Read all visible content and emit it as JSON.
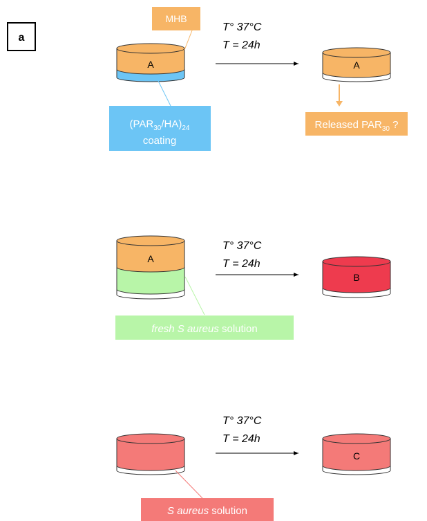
{
  "panel_label": "a",
  "conditions": {
    "temperature": "T° 37°C",
    "time": "T = 24h"
  },
  "row1": {
    "left_disc": "A",
    "right_disc": "A",
    "mhb_label": "MHB",
    "coating_label": {
      "prefix": "(PAR",
      "sub1": "30",
      "middle": "/HA)",
      "sub2": "24",
      "line2": "coating"
    },
    "released_label": {
      "prefix": "Released PAR",
      "sub": "30",
      "suffix": " ?"
    }
  },
  "row2": {
    "left_disc": "A",
    "right_disc": "B",
    "solution_label": {
      "italic": "fresh S aureus",
      "normal": " solution"
    }
  },
  "row3": {
    "right_disc": "C",
    "solution_label": {
      "italic": "S aureus",
      "normal": " solution"
    }
  },
  "colors": {
    "orange": "#F7B566",
    "blue": "#6CC5F5",
    "green": "#B8F5A8",
    "red": "#EE3B4E",
    "salmon": "#F47A78"
  }
}
